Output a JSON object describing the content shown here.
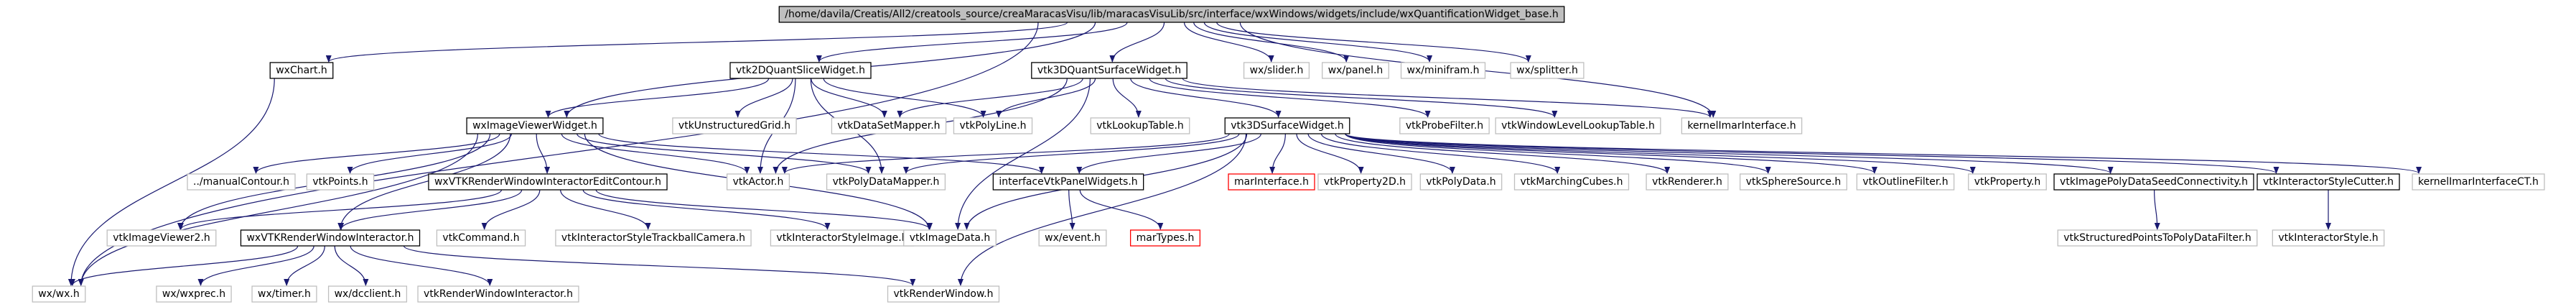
{
  "diagram": {
    "title_file": "/home/davila/Creatis/All2/creatools_source/creaMaracasVisu/lib/maracasVisuLib/src/interface/wxWindows/widgets/include/wxQuantificationWidget_base.h",
    "colors": {
      "root_fill": "#bfbfbf",
      "node_border_defined": "#000000",
      "node_border_external": "#bfbfbf",
      "node_border_missing": "#ff0000",
      "edge": "#191970"
    },
    "nodes": [
      {
        "id": "root",
        "label": "/home/davila/Creatis/All2/creatools_source/creaMaracasVisu/lib/maracasVisuLib/src/interface/wxWindows/widgets/include/wxQuantificationWidget_base.h",
        "kind": "root"
      },
      {
        "id": "wxChart",
        "label": "wxChart.h",
        "kind": "defined"
      },
      {
        "id": "vtk2DQuant",
        "label": "vtk2DQuantSliceWidget.h",
        "kind": "defined"
      },
      {
        "id": "vtk3DQuant",
        "label": "vtk3DQuantSurfaceWidget.h",
        "kind": "defined"
      },
      {
        "id": "wxslider",
        "label": "wx/slider.h",
        "kind": "external"
      },
      {
        "id": "wxpanel",
        "label": "wx/panel.h",
        "kind": "external"
      },
      {
        "id": "wxminifram",
        "label": "wx/minifram.h",
        "kind": "external"
      },
      {
        "id": "wxsplitter",
        "label": "wx/splitter.h",
        "kind": "external"
      },
      {
        "id": "wxImageViewer",
        "label": "wxImageViewerWidget.h",
        "kind": "defined"
      },
      {
        "id": "vtkUnstructuredGrid",
        "label": "vtkUnstructuredGrid.h",
        "kind": "external"
      },
      {
        "id": "vtkDataSetMapper",
        "label": "vtkDataSetMapper.h",
        "kind": "external"
      },
      {
        "id": "vtkPolyLine",
        "label": "vtkPolyLine.h",
        "kind": "external"
      },
      {
        "id": "vtkLookupTable",
        "label": "vtkLookupTable.h",
        "kind": "external"
      },
      {
        "id": "vtk3DSurface",
        "label": "vtk3DSurfaceWidget.h",
        "kind": "defined"
      },
      {
        "id": "vtkProbeFilter",
        "label": "vtkProbeFilter.h",
        "kind": "external"
      },
      {
        "id": "vtkWindowLevelLookupTable",
        "label": "vtkWindowLevelLookupTable.h",
        "kind": "external"
      },
      {
        "id": "kernelImarInterface",
        "label": "kernelImarInterface.h",
        "kind": "external"
      },
      {
        "id": "manualContour",
        "label": "../manualContour.h",
        "kind": "external"
      },
      {
        "id": "vtkPoints",
        "label": "vtkPoints.h",
        "kind": "external"
      },
      {
        "id": "wxVTKEditContour",
        "label": "wxVTKRenderWindowInteractorEditContour.h",
        "kind": "defined"
      },
      {
        "id": "vtkActor",
        "label": "vtkActor.h",
        "kind": "external"
      },
      {
        "id": "vtkPolyDataMapper",
        "label": "vtkPolyDataMapper.h",
        "kind": "external"
      },
      {
        "id": "interfaceVtkPanel",
        "label": "interfaceVtkPanelWidgets.h",
        "kind": "defined"
      },
      {
        "id": "marInterface",
        "label": "marInterface.h",
        "kind": "missing"
      },
      {
        "id": "vtkProperty2D",
        "label": "vtkProperty2D.h",
        "kind": "external"
      },
      {
        "id": "vtkPolyData",
        "label": "vtkPolyData.h",
        "kind": "external"
      },
      {
        "id": "vtkMarchingCubes",
        "label": "vtkMarchingCubes.h",
        "kind": "external"
      },
      {
        "id": "vtkRenderer",
        "label": "vtkRenderer.h",
        "kind": "external"
      },
      {
        "id": "vtkSphereSource",
        "label": "vtkSphereSource.h",
        "kind": "external"
      },
      {
        "id": "vtkOutlineFilter",
        "label": "vtkOutlineFilter.h",
        "kind": "external"
      },
      {
        "id": "vtkProperty",
        "label": "vtkProperty.h",
        "kind": "external"
      },
      {
        "id": "vtkImagePolyDataSeed",
        "label": "vtkImagePolyDataSeedConnectivity.h",
        "kind": "defined"
      },
      {
        "id": "vtkInteractorStyleCutter",
        "label": "vtkInteractorStyleCutter.h",
        "kind": "defined"
      },
      {
        "id": "kernelImarInterfaceCT",
        "label": "kernelImarInterfaceCT.h",
        "kind": "external"
      },
      {
        "id": "vtkImageViewer2",
        "label": "vtkImageViewer2.h",
        "kind": "external"
      },
      {
        "id": "wxVTKRWI",
        "label": "wxVTKRenderWindowInteractor.h",
        "kind": "defined"
      },
      {
        "id": "vtkCommand",
        "label": "vtkCommand.h",
        "kind": "external"
      },
      {
        "id": "vtkInteractorStyleTrackballCamera",
        "label": "vtkInteractorStyleTrackballCamera.h",
        "kind": "external"
      },
      {
        "id": "vtkInteractorStyleImage",
        "label": "vtkInteractorStyleImage.h",
        "kind": "external"
      },
      {
        "id": "vtkImageData",
        "label": "vtkImageData.h",
        "kind": "external"
      },
      {
        "id": "wxevent",
        "label": "wx/event.h",
        "kind": "external"
      },
      {
        "id": "marTypes",
        "label": "marTypes.h",
        "kind": "missing"
      },
      {
        "id": "vtkStructuredPoints",
        "label": "vtkStructuredPointsToPolyDataFilter.h",
        "kind": "external"
      },
      {
        "id": "vtkInteractorStyle",
        "label": "vtkInteractorStyle.h",
        "kind": "external"
      },
      {
        "id": "wxwx",
        "label": "wx/wx.h",
        "kind": "external"
      },
      {
        "id": "wxwxprec",
        "label": "wx/wxprec.h",
        "kind": "external"
      },
      {
        "id": "wxtimer",
        "label": "wx/timer.h",
        "kind": "external"
      },
      {
        "id": "wxdcclient",
        "label": "wx/dcclient.h",
        "kind": "external"
      },
      {
        "id": "vtkRenderWindowInteractor",
        "label": "vtkRenderWindowInteractor.h",
        "kind": "external"
      },
      {
        "id": "vtkRenderWindow",
        "label": "vtkRenderWindow.h",
        "kind": "external"
      }
    ],
    "edges": [
      [
        "root",
        "wxChart"
      ],
      [
        "root",
        "vtk2DQuant"
      ],
      [
        "root",
        "vtk3DQuant"
      ],
      [
        "root",
        "wxslider"
      ],
      [
        "root",
        "wxpanel"
      ],
      [
        "root",
        "wxminifram"
      ],
      [
        "root",
        "wxsplitter"
      ],
      [
        "root",
        "wxImageViewer"
      ],
      [
        "root",
        "kernelImarInterface"
      ],
      [
        "root",
        "wxwx"
      ],
      [
        "wxChart",
        "wxwx"
      ],
      [
        "vtk2DQuant",
        "wxImageViewer"
      ],
      [
        "vtk2DQuant",
        "vtkUnstructuredGrid"
      ],
      [
        "vtk2DQuant",
        "vtkDataSetMapper"
      ],
      [
        "vtk2DQuant",
        "vtkPolyLine"
      ],
      [
        "vtk2DQuant",
        "vtkActor"
      ],
      [
        "vtk2DQuant",
        "vtkPolyDataMapper"
      ],
      [
        "vtk3DQuant",
        "vtkDataSetMapper"
      ],
      [
        "vtk3DQuant",
        "vtkPolyLine"
      ],
      [
        "vtk3DQuant",
        "vtkLookupTable"
      ],
      [
        "vtk3DQuant",
        "vtk3DSurface"
      ],
      [
        "vtk3DQuant",
        "vtkProbeFilter"
      ],
      [
        "vtk3DQuant",
        "vtkWindowLevelLookupTable"
      ],
      [
        "vtk3DQuant",
        "kernelImarInterface"
      ],
      [
        "vtk3DQuant",
        "vtkActor"
      ],
      [
        "vtk3DQuant",
        "vtkImageData"
      ],
      [
        "wxImageViewer",
        "manualContour"
      ],
      [
        "wxImageViewer",
        "vtkPoints"
      ],
      [
        "wxImageViewer",
        "wxVTKEditContour"
      ],
      [
        "wxImageViewer",
        "vtkActor"
      ],
      [
        "wxImageViewer",
        "vtkPolyDataMapper"
      ],
      [
        "wxImageViewer",
        "interfaceVtkPanel"
      ],
      [
        "wxImageViewer",
        "vtkImageViewer2"
      ],
      [
        "wxImageViewer",
        "wxVTKRWI"
      ],
      [
        "wxImageViewer",
        "vtkImageData"
      ],
      [
        "wxImageViewer",
        "wxwx"
      ],
      [
        "vtk3DSurface",
        "vtkActor"
      ],
      [
        "vtk3DSurface",
        "vtkPolyDataMapper"
      ],
      [
        "vtk3DSurface",
        "interfaceVtkPanel"
      ],
      [
        "vtk3DSurface",
        "marInterface"
      ],
      [
        "vtk3DSurface",
        "vtkProperty2D"
      ],
      [
        "vtk3DSurface",
        "vtkPolyData"
      ],
      [
        "vtk3DSurface",
        "vtkMarchingCubes"
      ],
      [
        "vtk3DSurface",
        "vtkRenderer"
      ],
      [
        "vtk3DSurface",
        "vtkSphereSource"
      ],
      [
        "vtk3DSurface",
        "vtkOutlineFilter"
      ],
      [
        "vtk3DSurface",
        "vtkProperty"
      ],
      [
        "vtk3DSurface",
        "vtkImagePolyDataSeed"
      ],
      [
        "vtk3DSurface",
        "vtkInteractorStyleCutter"
      ],
      [
        "vtk3DSurface",
        "kernelImarInterfaceCT"
      ],
      [
        "vtk3DSurface",
        "vtkImageData"
      ],
      [
        "vtk3DSurface",
        "vtkRenderWindow"
      ],
      [
        "wxVTKEditContour",
        "vtkImageViewer2"
      ],
      [
        "wxVTKEditContour",
        "wxVTKRWI"
      ],
      [
        "wxVTKEditContour",
        "vtkCommand"
      ],
      [
        "wxVTKEditContour",
        "vtkInteractorStyleTrackballCamera"
      ],
      [
        "wxVTKEditContour",
        "vtkInteractorStyleImage"
      ],
      [
        "wxVTKEditContour",
        "vtkImageData"
      ],
      [
        "interfaceVtkPanel",
        "wxevent"
      ],
      [
        "interfaceVtkPanel",
        "marTypes"
      ],
      [
        "vtkImagePolyDataSeed",
        "vtkStructuredPoints"
      ],
      [
        "vtkInteractorStyleCutter",
        "vtkInteractorStyle"
      ],
      [
        "wxVTKRWI",
        "wxwx"
      ],
      [
        "wxVTKRWI",
        "wxwxprec"
      ],
      [
        "wxVTKRWI",
        "wxtimer"
      ],
      [
        "wxVTKRWI",
        "wxdcclient"
      ],
      [
        "wxVTKRWI",
        "vtkRenderWindowInteractor"
      ],
      [
        "wxVTKRWI",
        "vtkRenderWindow"
      ]
    ]
  }
}
